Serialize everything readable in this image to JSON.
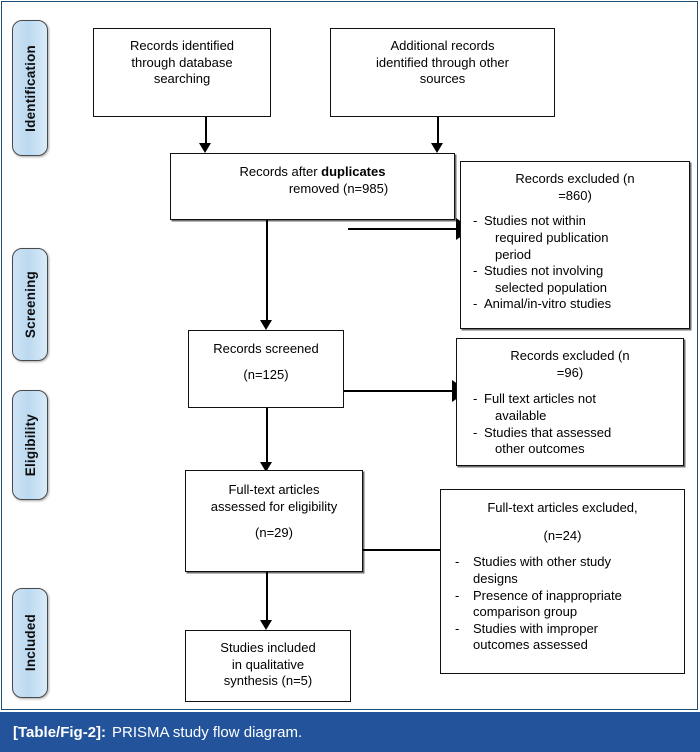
{
  "figure": {
    "caption_tag": "[Table/Fig-2]:",
    "caption_text": "PRISMA study flow diagram.",
    "caption_bg": "#22539b",
    "frame_color": "#1f4e79",
    "phase_fill": "#cfe4f5",
    "box_border": "#111111"
  },
  "phases": [
    {
      "label": "Identification"
    },
    {
      "label": "Screening"
    },
    {
      "label": "Eligibility"
    },
    {
      "label": "Included"
    }
  ],
  "boxes": {
    "records_identified": {
      "line1": "Records identified",
      "line2": "through database",
      "line3": "searching"
    },
    "additional_records": {
      "line1": "Additional records",
      "line2": "identified through other",
      "line3": "sources"
    },
    "after_duplicates": {
      "line1_a": "Records after ",
      "line1_b": "duplicates",
      "line2": "removed (n=985)",
      "n": 985
    },
    "records_screened": {
      "title": "Records screened",
      "count": "(n=125)",
      "n": 125
    },
    "fulltext_assessed": {
      "line1": "Full-text articles",
      "line2": "assessed for eligibility",
      "count": "(n=29)",
      "n": 29
    },
    "studies_included": {
      "line1": "Studies included",
      "line2": "in qualitative",
      "line3": "synthesis (n=5)",
      "n": 5
    },
    "excluded_screening": {
      "title_line1": "Records excluded (n",
      "title_line2": "=860)",
      "n": 860,
      "reasons": [
        {
          "line1": "Studies not within",
          "line2": "required publication",
          "line3": "period"
        },
        {
          "line1": "Studies not involving",
          "line2": "selected population",
          "line3": ""
        },
        {
          "line1": "Animal/in-vitro studies",
          "line2": "",
          "line3": ""
        }
      ]
    },
    "excluded_eligibility": {
      "title_line1": "Records excluded (n",
      "title_line2": "=96)",
      "n": 96,
      "reasons": [
        {
          "line1": "Full text articles not",
          "line2": "available",
          "line3": ""
        },
        {
          "line1": "Studies that assessed",
          "line2": "other outcomes",
          "line3": ""
        }
      ]
    },
    "excluded_fulltext": {
      "title": "Full-text articles excluded,",
      "count": "(n=24)",
      "n": 24,
      "reasons": [
        {
          "line1": "Studies with other study",
          "line2": "designs"
        },
        {
          "line1": "Presence of inappropriate",
          "line2": "comparison group"
        },
        {
          "line1": "Studies with improper",
          "line2": "outcomes assessed"
        }
      ]
    }
  },
  "chart_data": {
    "type": "diagram",
    "title": "PRISMA study flow diagram",
    "stages": [
      {
        "phase": "Identification",
        "label": "Records identified through database searching",
        "n": null
      },
      {
        "phase": "Identification",
        "label": "Additional records identified through other sources",
        "n": null
      },
      {
        "phase": "Identification",
        "label": "Records after duplicates removed",
        "n": 985
      },
      {
        "phase": "Screening",
        "label": "Records screened",
        "n": 125
      },
      {
        "phase": "Screening",
        "label": "Records excluded",
        "n": 860
      },
      {
        "phase": "Eligibility",
        "label": "Full-text articles assessed for eligibility",
        "n": 29
      },
      {
        "phase": "Eligibility",
        "label": "Records excluded",
        "n": 96
      },
      {
        "phase": "Eligibility",
        "label": "Full-text articles excluded",
        "n": 24
      },
      {
        "phase": "Included",
        "label": "Studies included in qualitative synthesis",
        "n": 5
      }
    ]
  }
}
